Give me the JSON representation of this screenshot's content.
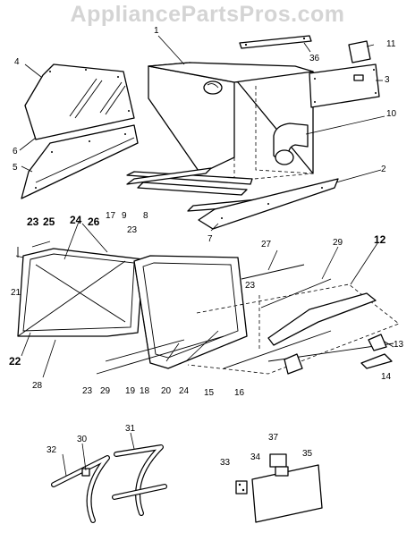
{
  "watermark": "AppliancePartsPros.com",
  "callouts": {
    "c1": "1",
    "c2": "2",
    "c3": "3",
    "c4": "4",
    "c5": "5",
    "c6": "6",
    "c7": "7",
    "c8": "8",
    "c9": "9",
    "c10": "10",
    "c11": "11",
    "c12": "12",
    "c13": "13",
    "c14": "14",
    "c15": "15",
    "c16": "16",
    "c17": "17",
    "c18": "18",
    "c19": "19",
    "c20": "20",
    "c21": "21",
    "c22": "22",
    "c23a": "23",
    "c23b": "23",
    "c23c": "23",
    "c23d": "23",
    "c24a": "24",
    "c24b": "24",
    "c25": "25",
    "c26": "26",
    "c27": "27",
    "c28": "28",
    "c29a": "29",
    "c29b": "29",
    "c30": "30",
    "c31": "31",
    "c32": "32",
    "c33": "33",
    "c34": "34",
    "c35": "35",
    "c36": "36",
    "c37": "37"
  }
}
